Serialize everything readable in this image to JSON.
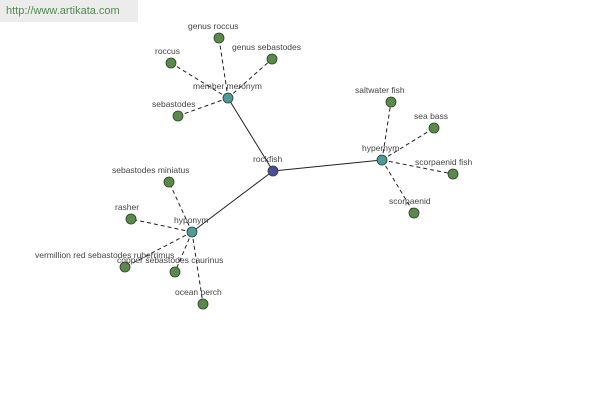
{
  "banner": {
    "url": "http://www.artikata.com"
  },
  "colors": {
    "center": "#4a4f9c",
    "relation": "#4f9a9a",
    "leaf": "#5a8a4a",
    "node_stroke": "#2c3e2c"
  },
  "graph": {
    "center": {
      "id": "rockfish",
      "label": "rockfish"
    },
    "relations": [
      {
        "id": "member-meronym",
        "label": "member meronym"
      },
      {
        "id": "hypernym",
        "label": "hypernym"
      },
      {
        "id": "hyponym",
        "label": "hyponym"
      }
    ],
    "leaves": [
      {
        "id": "genus-roccus",
        "label": "genus roccus",
        "relation": "member-meronym"
      },
      {
        "id": "genus-sebastodes",
        "label": "genus sebastodes",
        "relation": "member-meronym"
      },
      {
        "id": "roccus",
        "label": "roccus",
        "relation": "member-meronym"
      },
      {
        "id": "sebastodes",
        "label": "sebastodes",
        "relation": "member-meronym"
      },
      {
        "id": "saltwater-fish",
        "label": "saltwater fish",
        "relation": "hypernym"
      },
      {
        "id": "sea-bass",
        "label": "sea bass",
        "relation": "hypernym"
      },
      {
        "id": "scorpaenid-fish",
        "label": "scorpaenid fish",
        "relation": "hypernym"
      },
      {
        "id": "scorpaenid",
        "label": "scorpaenid",
        "relation": "hypernym"
      },
      {
        "id": "sebastodes-miniatus",
        "label": "sebastodes miniatus",
        "relation": "hyponym"
      },
      {
        "id": "rasher",
        "label": "rasher",
        "relation": "hyponym"
      },
      {
        "id": "vermillion-red-sebastodes-rubberrimus",
        "label": "vermillion red sebastodes ruberrimus",
        "relation": "hyponym"
      },
      {
        "id": "copper-sebastodes-caurinus",
        "label": "copper sebastodes caurinus",
        "relation": "hyponym"
      },
      {
        "id": "ocean-perch",
        "label": "ocean perch",
        "relation": "hyponym"
      }
    ]
  }
}
